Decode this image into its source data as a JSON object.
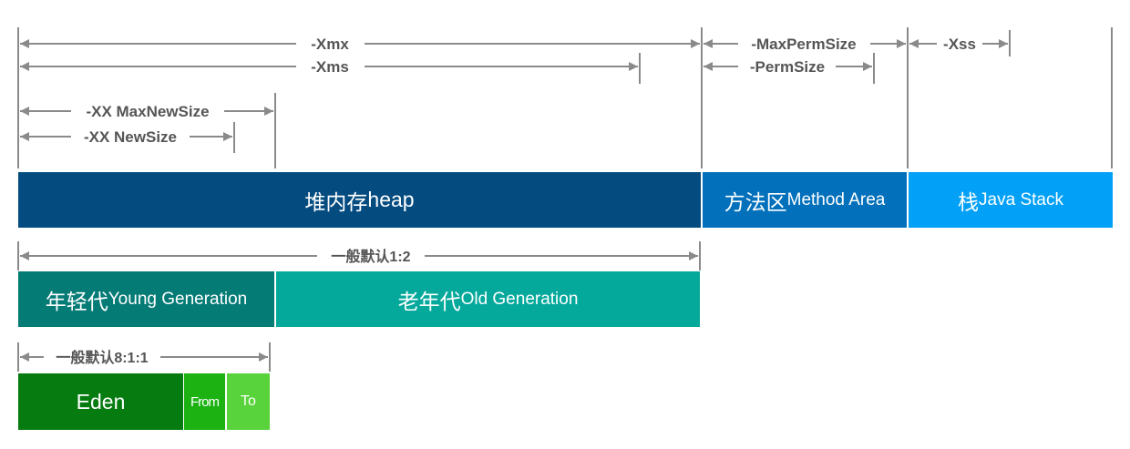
{
  "dimensions": {
    "xmx": "-Xmx",
    "xms": "-Xms",
    "max_perm_size": "-MaxPermSize",
    "perm_size": "-PermSize",
    "xss": "-Xss",
    "max_new_size": "-XX MaxNewSize",
    "new_size": "-XX NewSize",
    "ratio_young_old": "一般默认1:2",
    "ratio_eden_survivor": "一般默认8:1:1"
  },
  "blocks": {
    "heap": {
      "zh": "堆内存",
      "en": "heap"
    },
    "method_area": {
      "zh": "方法区",
      "en": "Method Area"
    },
    "stack": {
      "zh": "栈",
      "en": "Java Stack"
    },
    "young": {
      "zh": "年轻代",
      "en": "Young Generation"
    },
    "old": {
      "zh": "老年代",
      "en": "Old Generation"
    },
    "eden": "Eden",
    "from": "From",
    "to": "To"
  },
  "colors": {
    "heap": "#044c80",
    "method_area": "#0270bb",
    "stack": "#02a1f7",
    "young": "#057b76",
    "old": "#04a99c",
    "eden": "#067b10",
    "from": "#1bb212",
    "to": "#58d33c",
    "line": "#8a8a8a",
    "text": "#555555"
  }
}
